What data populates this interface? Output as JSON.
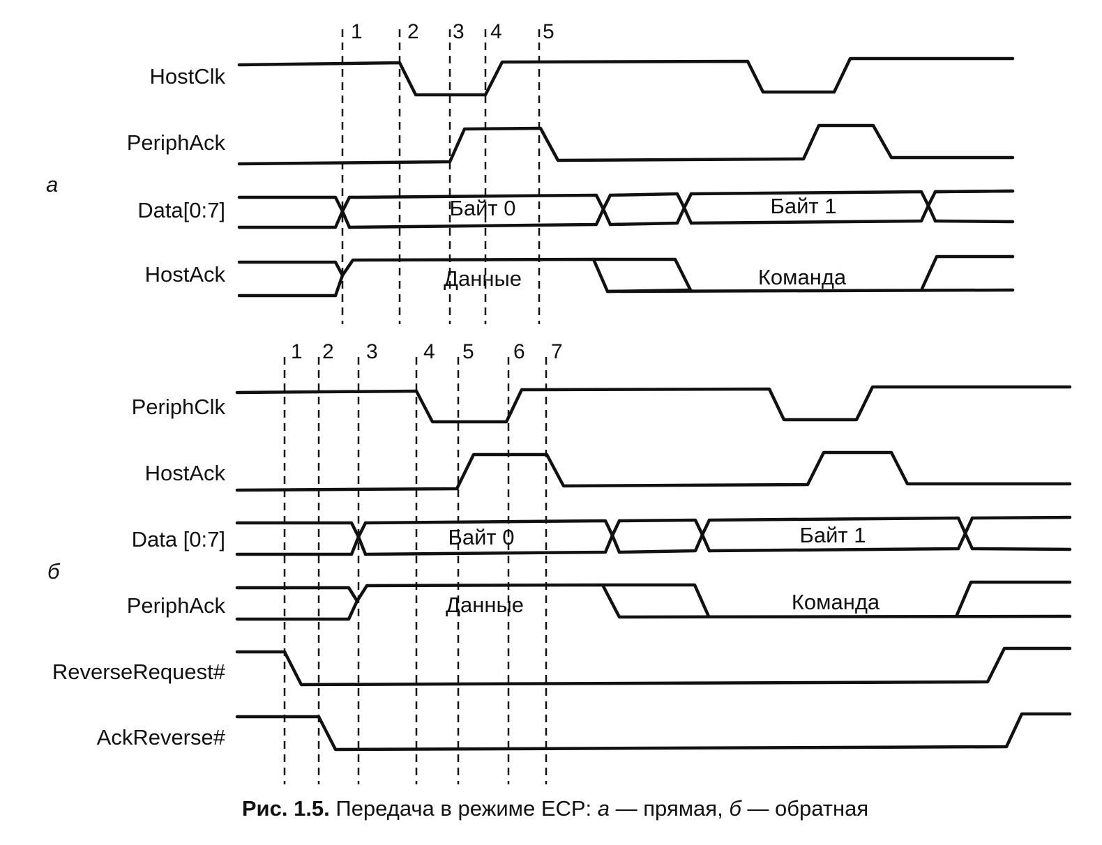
{
  "caption": {
    "prefix": "Рис. 1.5.",
    "text_before_a": " Передача в режиме ECP: ",
    "part_a": "а",
    "text_mid": " — прямая, ",
    "part_b": "б",
    "text_end": " — обратная"
  },
  "panels": [
    {
      "id": "a",
      "label": "а",
      "markers": [
        "1",
        "2",
        "3",
        "4",
        "5"
      ],
      "signals": [
        {
          "name": "HostClk",
          "type": "wave"
        },
        {
          "name": "PeriphAck",
          "type": "wave"
        },
        {
          "name": "Data[0:7]",
          "type": "bus",
          "segments": [
            "Байт 0",
            "Байт 1"
          ]
        },
        {
          "name": "HostAck",
          "type": "bus",
          "segments": [
            "Данные",
            "Команда"
          ]
        }
      ]
    },
    {
      "id": "b",
      "label": "б",
      "markers": [
        "1",
        "2",
        "3",
        "4",
        "5",
        "6",
        "7"
      ],
      "signals": [
        {
          "name": "PeriphClk",
          "type": "wave"
        },
        {
          "name": "HostAck",
          "type": "wave"
        },
        {
          "name": "Data [0:7]",
          "type": "bus",
          "segments": [
            "Байт 0",
            "Байт 1"
          ]
        },
        {
          "name": "PeriphAck",
          "type": "bus",
          "segments": [
            "Данные",
            "Команда"
          ]
        },
        {
          "name": "ReverseRequest#",
          "type": "wave"
        },
        {
          "name": "AckReverse#",
          "type": "wave"
        }
      ]
    }
  ]
}
